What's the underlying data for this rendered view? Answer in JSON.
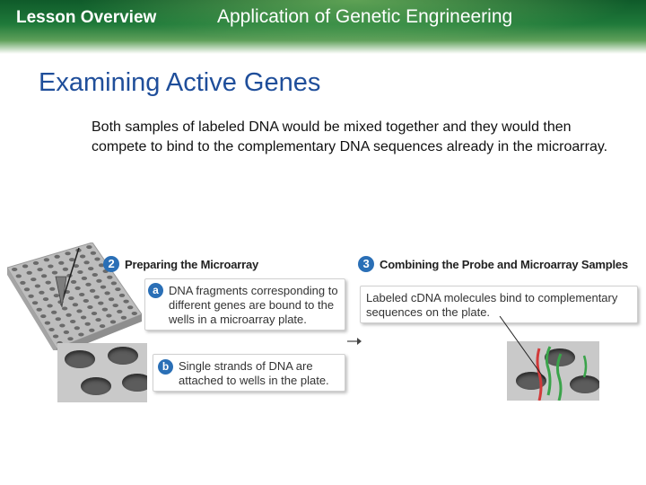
{
  "header": {
    "lesson_label": "Lesson Overview",
    "lesson_title": "Application of Genetic Engrineering"
  },
  "main": {
    "title": "Examining Active Genes",
    "paragraph": "Both samples of labeled DNA would be mixed together and they would then compete to bind to the complementary DNA sequences already in the microarray."
  },
  "figure": {
    "step2": {
      "number": "2",
      "title": "Preparing the Microarray"
    },
    "step3": {
      "number": "3",
      "title": "Combining the Probe and Microarray Samples"
    },
    "callout_a": {
      "badge": "a",
      "text": "DNA fragments corresponding to different genes are bound to the wells in a microarray plate."
    },
    "callout_b": {
      "badge": "b",
      "text": "Single strands of DNA are attached to wells in the plate."
    },
    "callout_c": {
      "text": "Labeled cDNA molecules bind to complementary sequences on the plate."
    },
    "colors": {
      "step_badge": "#2a6fb6",
      "header_green": "#1f7a3a",
      "title_blue": "#1f4e9a",
      "strand_red": "#d23a3a",
      "strand_green": "#3aa34a"
    }
  }
}
